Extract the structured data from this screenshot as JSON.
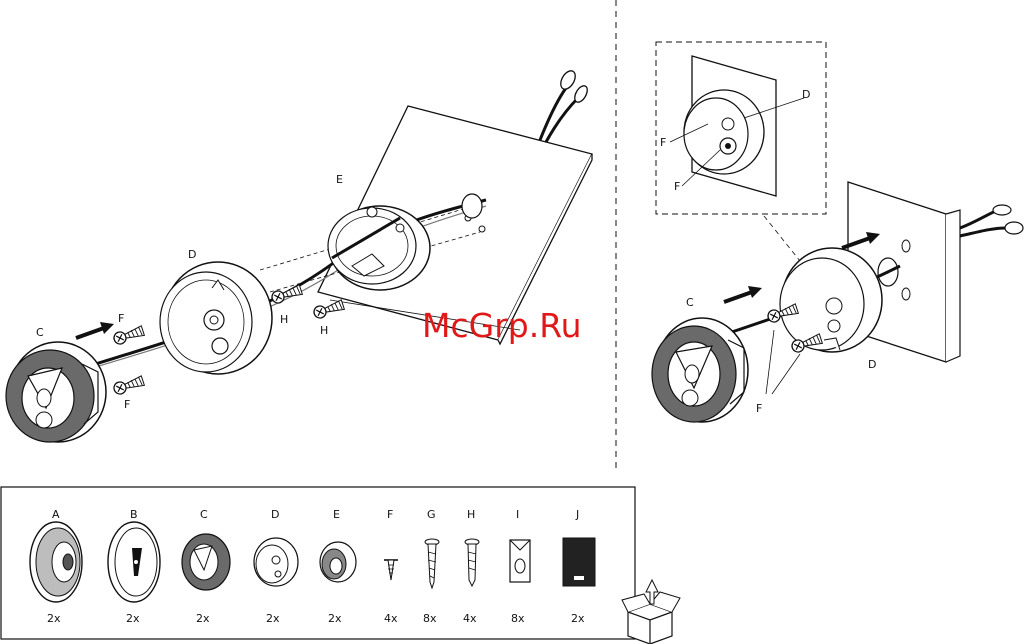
{
  "watermark": "McGrp.Ru",
  "left_callouts": {
    "c": "C",
    "d": "D",
    "e": "E",
    "f_top": "F",
    "f_bottom": "F",
    "h_top": "H",
    "h_bottom": "H"
  },
  "inset_callouts": {
    "d": "D",
    "f_top": "F",
    "f_bottom": "F"
  },
  "right_callouts": {
    "c": "C",
    "d": "D",
    "f": "F"
  },
  "parts": [
    {
      "letter": "A",
      "qty": "2x"
    },
    {
      "letter": "B",
      "qty": "2x"
    },
    {
      "letter": "C",
      "qty": "2x"
    },
    {
      "letter": "D",
      "qty": "2x"
    },
    {
      "letter": "E",
      "qty": "2x"
    },
    {
      "letter": "F",
      "qty": "4x"
    },
    {
      "letter": "G",
      "qty": "8x"
    },
    {
      "letter": "H",
      "qty": "4x"
    },
    {
      "letter": "I",
      "qty": "8x"
    },
    {
      "letter": "J",
      "qty": "2x"
    }
  ],
  "icons": [
    "screw-icon",
    "arrow-icon",
    "speaker-icon",
    "wire-terminal-icon",
    "box-icon"
  ]
}
